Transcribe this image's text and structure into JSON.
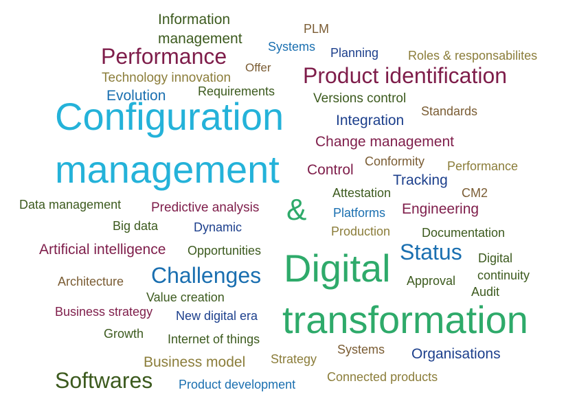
{
  "colors": {
    "green": "#3c5a1e",
    "olive": "#8b7d3a",
    "brown": "#7a5c33",
    "maroon": "#7e1d4a",
    "blue": "#1a6fb0",
    "navy": "#1c3f8c",
    "cyan": "#24b2d9",
    "teal": "#2eaa6a"
  },
  "words": [
    "Information",
    "management",
    "PLM",
    "Systems",
    "Planning",
    "Roles & responsabilites",
    "Performance",
    "Offer",
    "Product identification",
    "Technology innovation",
    "Requirements",
    "Evolution",
    "Versions control",
    "Standards",
    "Configuration",
    "Integration",
    "Change management",
    "management",
    "Conformity",
    "Control",
    "Performance",
    "Tracking",
    "Attestation",
    "CM2",
    "Data management",
    "Predictive analysis",
    "&",
    "Platforms",
    "Engineering",
    "Big data",
    "Dynamic",
    "Production",
    "Documentation",
    "Artificial intelligence",
    "Opportunities",
    "Status",
    "Digital",
    "Digital",
    "continuity",
    "Architecture",
    "Challenges",
    "Approval",
    "Audit",
    "Value creation",
    "Business strategy",
    "New digital era",
    "transformation",
    "Growth",
    "Internet of things",
    "Systems",
    "Organisations",
    "Strategy",
    "Business model",
    "Softwares",
    "Product development",
    "Connected products"
  ]
}
